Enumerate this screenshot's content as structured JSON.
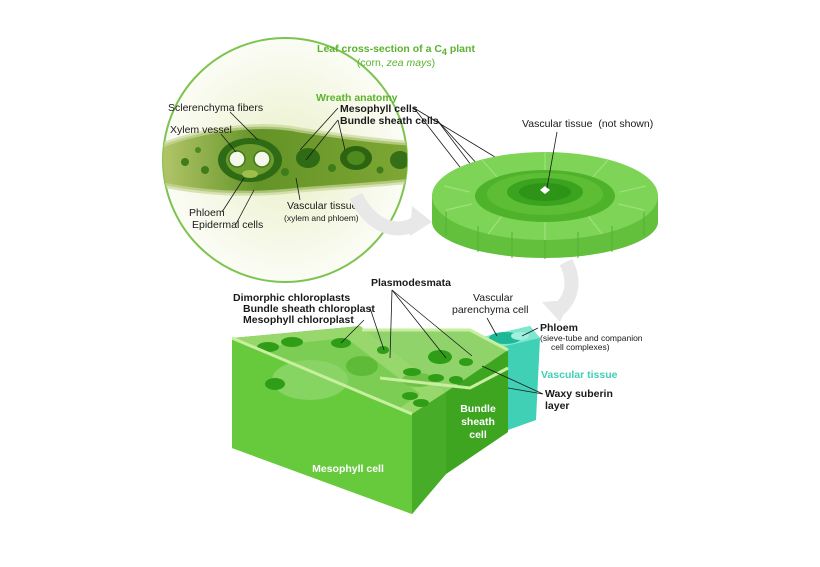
{
  "title": {
    "main": "Leaf cross-section of a C",
    "sub4": "4",
    "main_tail": " plant",
    "subtitle_pre": "(corn, ",
    "subtitle_em": "zea mays",
    "subtitle_post": ")"
  },
  "leaf_labels": {
    "sclerenchyma": "Sclerenchyma fibers",
    "xylem_vessel": "Xylem vessel",
    "phloem": "Phloem",
    "epidermal": "Epidermal cells",
    "vascular_tissue": "Vascular tissue",
    "vascular_tissue_note": "(xylem and phloem)",
    "wreath": "Wreath anatomy",
    "mesophyll_cells": "Mesophyll cells",
    "bundle_sheath_cells": "Bundle sheath cells"
  },
  "ring_labels": {
    "vascular_tissue": "Vascular tissue",
    "not_shown": "(not shown)"
  },
  "cell_labels": {
    "plasmodesmata": "Plasmodesmata",
    "dimorphic": "Dimorphic chloroplasts",
    "bundle_sheath_chloroplast": "Bundle sheath chloroplast",
    "mesophyll_chloroplast": "Mesophyll chloroplast",
    "vascular_parenchyma_1": "Vascular",
    "vascular_parenchyma_2": "parenchyma cell",
    "phloem": "Phloem",
    "phloem_note_1": "(sieve-tube and companion",
    "phloem_note_2": "cell complexes)",
    "vascular_tissue": "Vascular tissue",
    "waxy_1": "Waxy suberin",
    "waxy_2": "layer",
    "bundle_1": "Bundle",
    "bundle_2": "sheath",
    "bundle_3": "cell",
    "mesophyll_cell": "Mesophyll cell"
  },
  "colors": {
    "accent_green": "#5bb32e",
    "teal": "#3fd0b5",
    "light_green": "#8fd36a",
    "dark_green": "#3aa41f"
  }
}
